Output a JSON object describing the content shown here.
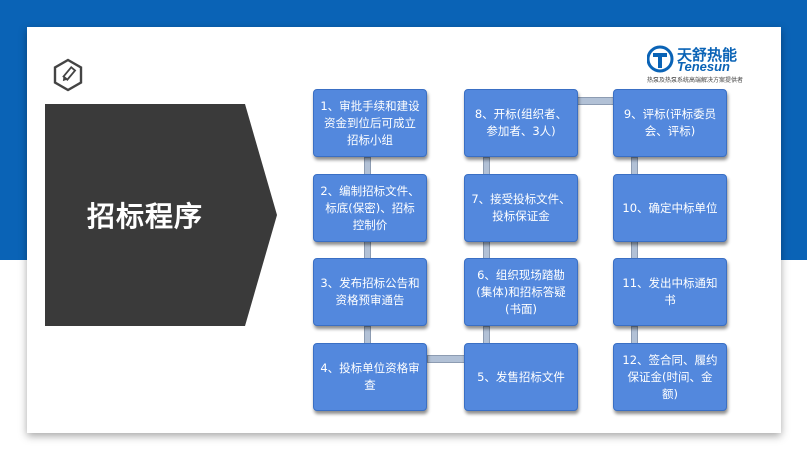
{
  "logo": {
    "brand_cn": "天舒热能",
    "brand_en": "Tenesun",
    "tagline": "热泵及热泵系统高端解决方案提供者"
  },
  "title": "招标程序",
  "steps": [
    {
      "label": "1、审批手续和建设资金到位后可成立招标小组"
    },
    {
      "label": "2、编制招标文件、标底(保密)、招标控制价"
    },
    {
      "label": "3、发布招标公告和资格预审通告"
    },
    {
      "label": "4、投标单位资格审查"
    },
    {
      "label": "5、发售招标文件"
    },
    {
      "label": "6、组织现场踏勘(集体)和招标答疑(书面)"
    },
    {
      "label": "7、接受投标文件、投标保证金"
    },
    {
      "label": "8、开标(组织者、参加者、3人)"
    },
    {
      "label": "9、评标(评标委员会、评标)"
    },
    {
      "label": "10、确定中标单位"
    },
    {
      "label": "11、发出中标通知书"
    },
    {
      "label": "12、签合同、履约保证金(时间、金额)"
    }
  ],
  "colors": {
    "brand_blue": "#0a63b6",
    "step_fill": "#5388dd",
    "title_block": "#3a3a3a",
    "connector": "#b2c1d6"
  }
}
